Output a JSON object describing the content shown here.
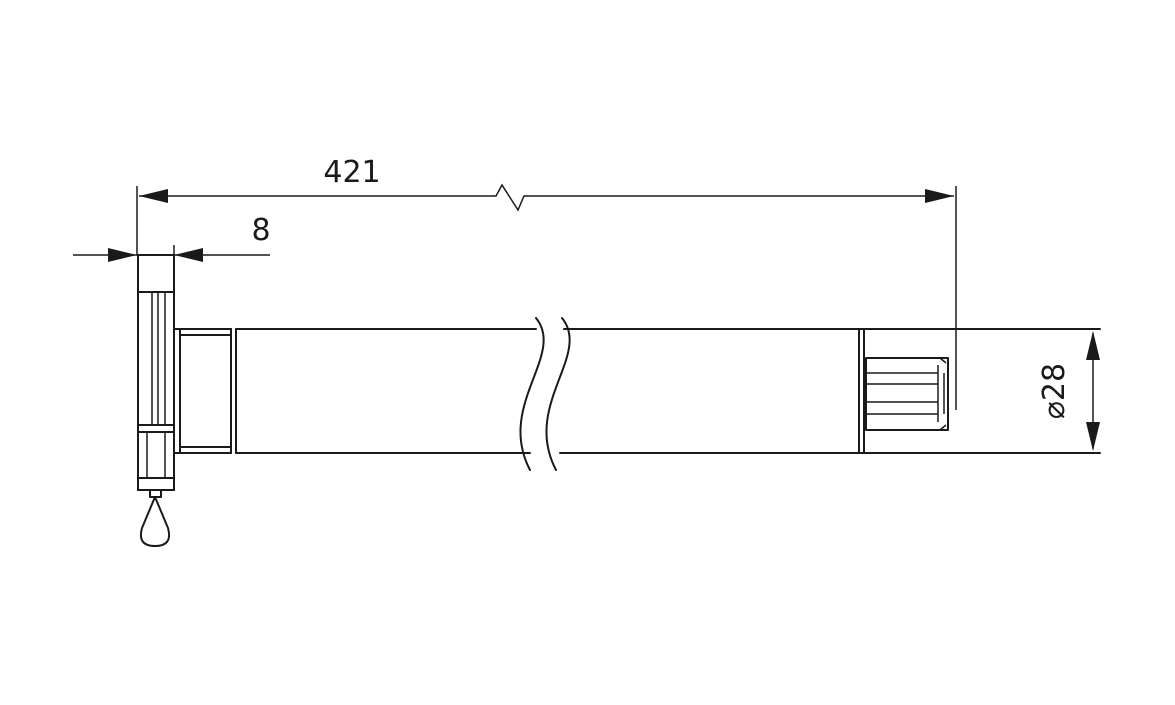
{
  "dimensions": {
    "overall_length": "421",
    "head_thickness": "8",
    "diameter": "⌀28"
  }
}
